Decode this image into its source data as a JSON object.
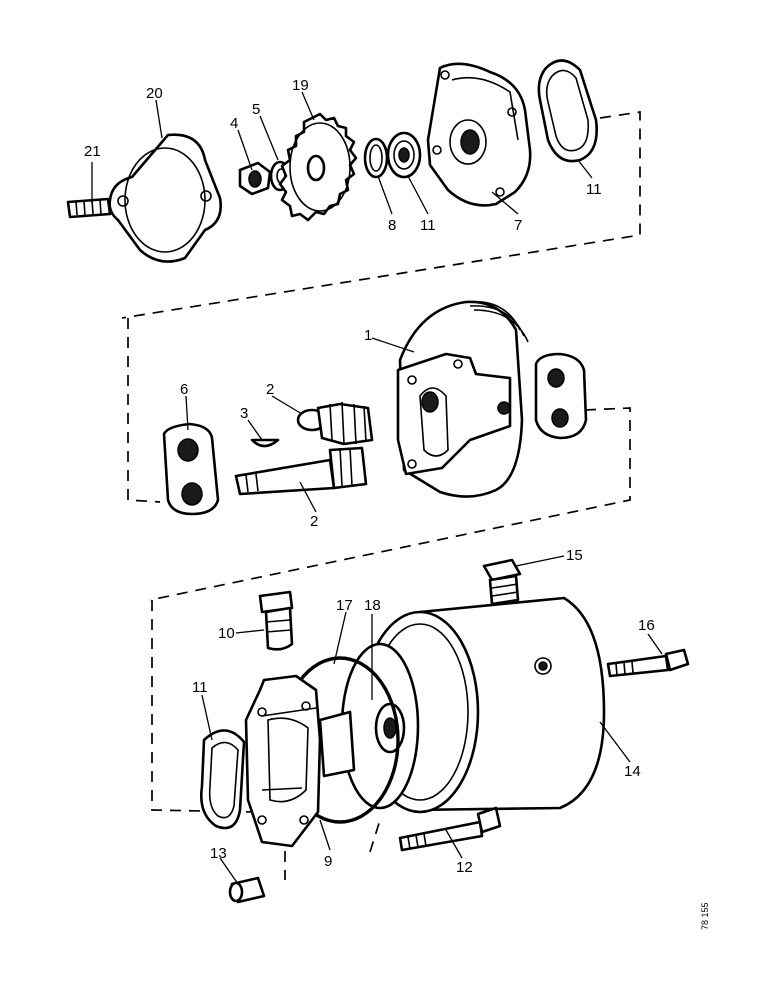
{
  "figure": {
    "reference": "78 155",
    "callouts": {
      "c1": "1",
      "c2a": "2",
      "c2b": "2",
      "c3": "3",
      "c4": "4",
      "c5": "5",
      "c6": "6",
      "c7": "7",
      "c8": "8",
      "c9": "9",
      "c10": "10",
      "c11a": "11",
      "c11b": "11",
      "c11c": "11",
      "c12": "12",
      "c13": "13",
      "c14": "14",
      "c15": "15",
      "c16": "16",
      "c17": "17",
      "c18": "18",
      "c19": "19",
      "c20": "20",
      "c21": "21"
    }
  }
}
